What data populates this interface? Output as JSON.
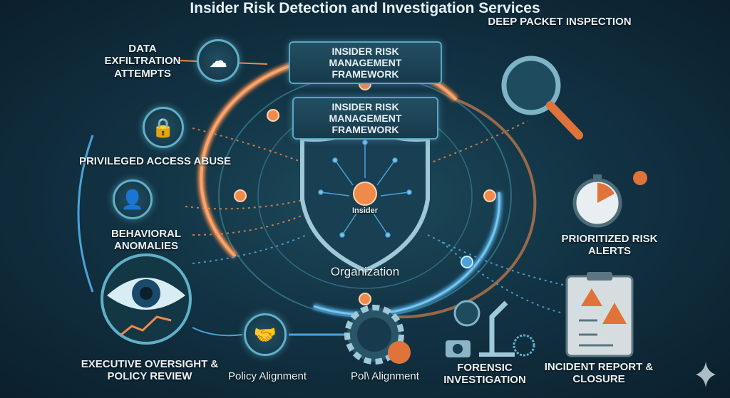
{
  "title": "Insider Risk Detection and Investigation Services",
  "banners": [
    "INSIDER RISK MANAGEMENT FRAMEWORK",
    "INSIDER RISK MANAGEMENT FRAMEWORK"
  ],
  "center": {
    "insider": "Insider",
    "organization": "Organization"
  },
  "nodes": {
    "data_exfiltration": "DATA EXFILTRATION ATTEMPTS",
    "deep_packet": "DEEP PACKET INSPECTION",
    "privileged": "PRIVILEGED ACCESS ABUSE",
    "behavioral": "BEHAVIORAL ANOMALIES",
    "executive": "EXECUTIVE OVERSIGHT & POLICY REVIEW",
    "policy": "Policy Alignment",
    "policy2": "Pol\\ Alignment",
    "forensic": "FORENSIC INVESTIGATION",
    "prioritized": "PRIORITIZED RISK ALERTS",
    "incident": "INCIDENT REPORT & CLOSURE"
  },
  "colors": {
    "orange": "#f08a4b",
    "blue": "#4aa3d8",
    "bg": "#123344"
  }
}
